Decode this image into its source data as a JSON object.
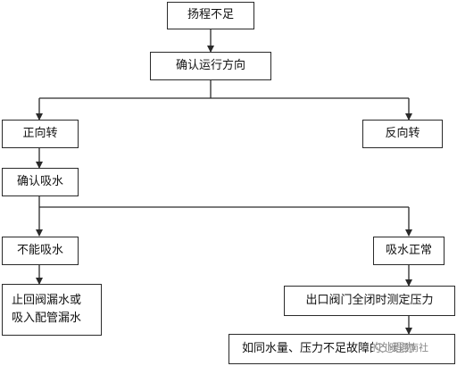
{
  "nodes": {
    "insufficient_head": "扬程不足",
    "confirm_direction": "确认运行方向",
    "forward_rotation": "正向转",
    "reverse_rotation": "反向转",
    "confirm_suction": "确认吸水",
    "cannot_suction": "不能吸水",
    "normal_suction": "吸水正常",
    "valve_pipe_leak": "止回阀漏水或\n吸入配管漏水",
    "outlet_valve_test": "出口阀门全闭时测定压力",
    "same_water_pressure": "如同水量、压力不足故障的处理办"
  },
  "watermark": "暖通南社"
}
